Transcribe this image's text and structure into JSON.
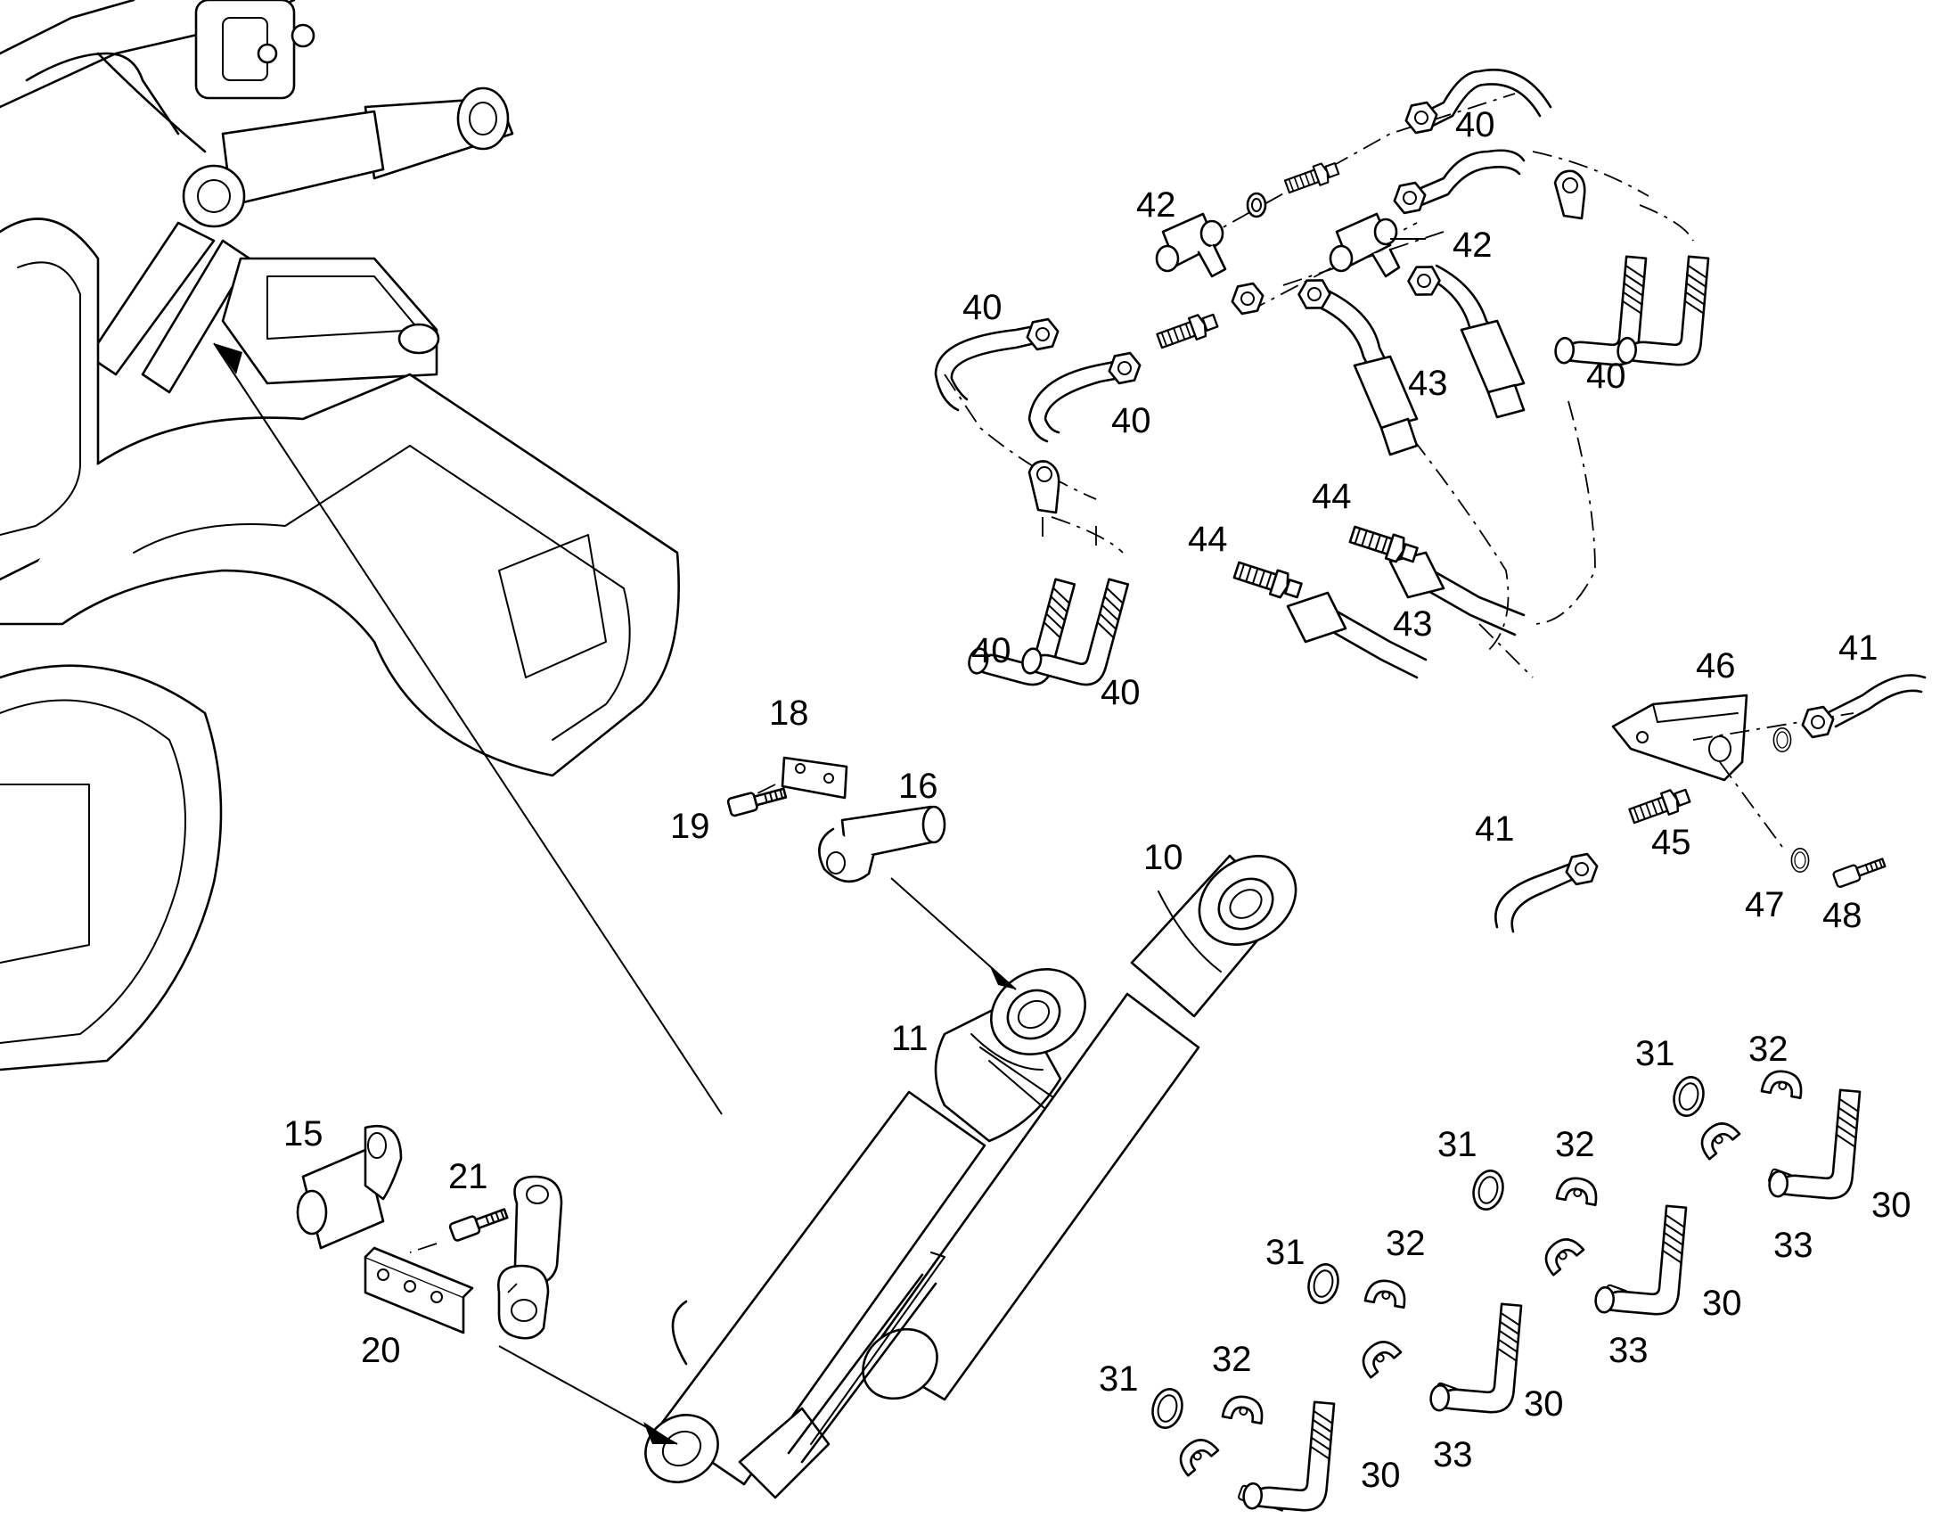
{
  "figure": {
    "type": "exploded-parts-diagram",
    "subject": "hydraulic cylinders and hose kit",
    "line_color": "#000000",
    "background_color": "#ffffff"
  },
  "callouts": {
    "c10": "10",
    "c11": "11",
    "c15": "15",
    "c16": "16",
    "c18": "18",
    "c19": "19",
    "c20": "20",
    "c21": "21",
    "c30": "30",
    "c31": "31",
    "c32": "32",
    "c33": "33",
    "c40": "40",
    "c41": "41",
    "c42": "42",
    "c43": "43",
    "c44": "44",
    "c45": "45",
    "c46": "46",
    "c47": "47",
    "c48": "48"
  }
}
